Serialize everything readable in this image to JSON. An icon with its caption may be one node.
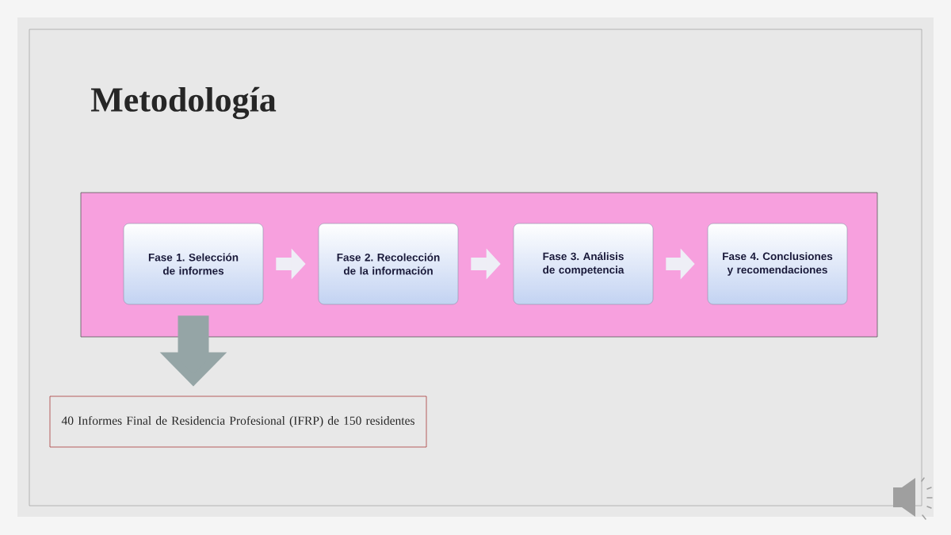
{
  "diagram": {
    "title": "Metodología",
    "nodes": [
      {
        "text": [],
        "shape": "box"
      },
      {
        "text": [
          "Fase 1. Selección de informes"
        ],
        "in": 0
      },
      {
        "text": [
          "Fase 2. Recolección de la información"
        ],
        "in": 0
      },
      {
        "text": [
          "Fase 3. Análisis de competencia"
        ],
        "in": 0
      },
      {
        "text": [
          "Fase 4. Conclusiones y recomendaciones"
        ],
        "in": 0
      },
      {
        "text": [
          "40 Informes Final de Residencia Profesional (IFRP) de 150 residentes"
        ]
      }
    ],
    "edges": [
      {
        "from": 1,
        "to": 2,
        "arrow": "to"
      },
      {
        "from": 2,
        "to": 3,
        "arrow": "to"
      },
      {
        "from": 3,
        "to": 4,
        "arrow": "to"
      },
      {
        "from": 1,
        "to": 5,
        "arrow": "to",
        "style": "thick",
        "color": "#95a5a6"
      }
    ]
  }
}
